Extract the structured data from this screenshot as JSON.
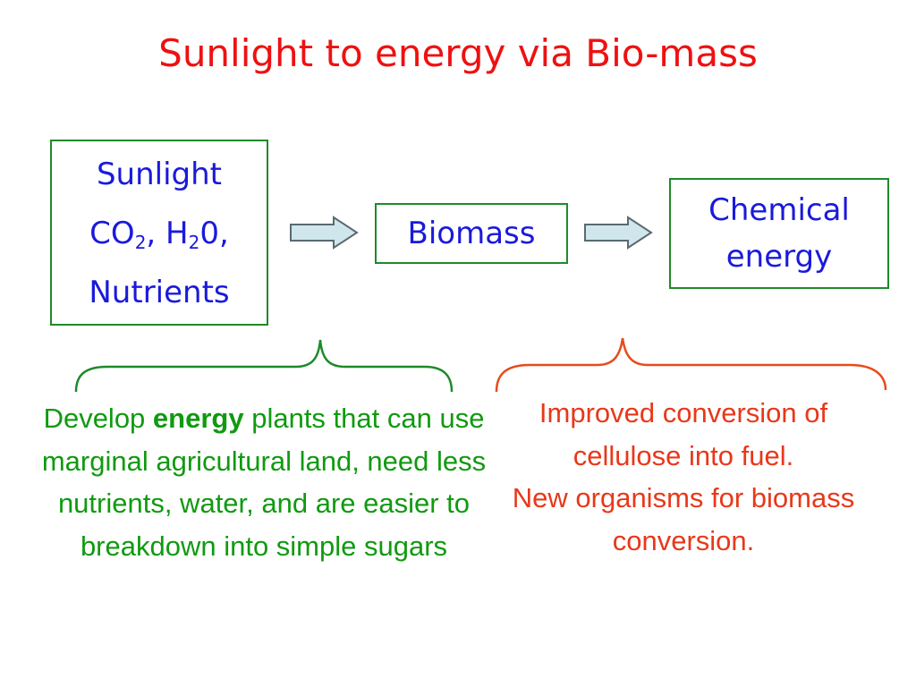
{
  "title": "Sunlight to energy via Bio-mass",
  "colors": {
    "title": "#ee1111",
    "box_text": "#1a1adb",
    "box_border": "#1e8a2a",
    "arrow_fill": "#cfe6ec",
    "arrow_stroke": "#5a6a70",
    "left_caption": "#109a10",
    "left_brace": "#1e8a2a",
    "right_caption": "#e8381a",
    "right_brace": "#e84a1a"
  },
  "flow": {
    "inputs": {
      "line1": "Sunlight",
      "co2_main": "CO",
      "co2_sub": "2",
      "comma1": ",",
      "h2o_main": "H",
      "h2o_sub": "2",
      "h2o_tail": "0,",
      "line3": "Nutrients"
    },
    "biomass": "Biomass",
    "chemical": {
      "line1": "Chemical",
      "line2": "energy"
    }
  },
  "captions": {
    "left": {
      "before": "Develop ",
      "bold": "energy",
      "after": " plants that can use marginal agricultural land, need less nutrients, water, and are easier to breakdown into simple sugars"
    },
    "right": {
      "line1": "Improved conversion of cellulose into fuel.",
      "line2": "New organisms for biomass conversion."
    }
  }
}
